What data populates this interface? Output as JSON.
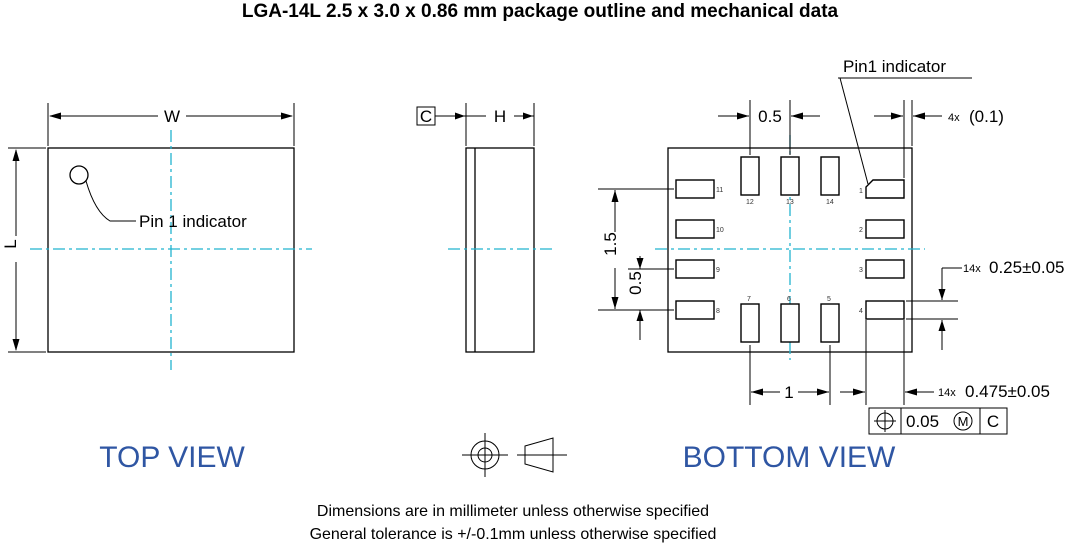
{
  "title": "LGA-14L 2.5 x 3.0 x 0.86 mm package outline and mechanical data",
  "top_view": {
    "heading": "TOP VIEW",
    "width_label": "W",
    "length_label": "L",
    "pin1_label": "Pin 1 indicator"
  },
  "side_view": {
    "datum_label": "C",
    "height_label": "H"
  },
  "bottom_view": {
    "heading": "BOTTOM VIEW",
    "pin1_label": "Pin1 indicator",
    "dim_pitch_top": "0.5",
    "dim_edge_prefix": "4x",
    "dim_edge_value": "(0.1)",
    "dim_vertical_span": "1.5",
    "dim_vertical_pitch": "0.5",
    "dim_pad_width_prefix": "14x",
    "dim_pad_width_value": "0.25±0.05",
    "dim_pad_length_prefix": "14x",
    "dim_pad_length_value": "0.475±0.05",
    "dim_bottom_pitch": "1",
    "tolerance_value": "0.05",
    "tolerance_modifier": "M",
    "tolerance_datum": "C",
    "pin_numbers": {
      "p1": "1",
      "p2": "2",
      "p3": "3",
      "p4": "4",
      "p5": "5",
      "p6": "6",
      "p7": "7",
      "p8": "8",
      "p9": "9",
      "p10": "10",
      "p11": "11",
      "p12": "12",
      "p13": "13",
      "p14": "14"
    }
  },
  "notes": {
    "line1": "Dimensions are in millimeter unless otherwise specified",
    "line2": "General tolerance is +/-0.1mm unless otherwise specified"
  }
}
